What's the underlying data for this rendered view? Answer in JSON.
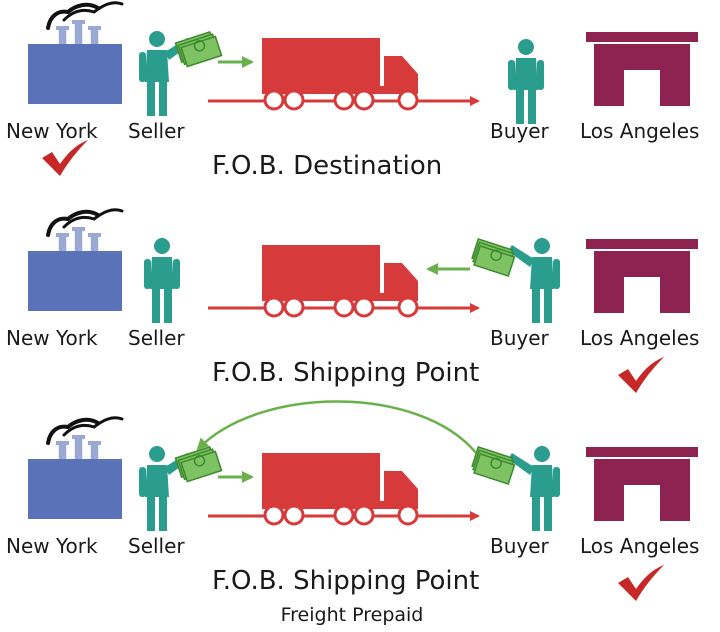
{
  "colors": {
    "factory": "#5a73b8",
    "chimney": "#9aa8d4",
    "person": "#2a9d8f",
    "truck": "#d63a3a",
    "building": "#8e2352",
    "money": "#7fc263",
    "money_dark": "#3c8a2c",
    "arrow_green": "#6ab04c",
    "check": "#c62828",
    "smoke": "#111111"
  },
  "panels": [
    {
      "origin": "New York",
      "seller": "Seller",
      "buyer": "Buyer",
      "destination": "Los Angeles",
      "title": "F.O.B. Destination",
      "subtitle": "",
      "payer": "seller",
      "checked": "origin"
    },
    {
      "origin": "New York",
      "seller": "Seller",
      "buyer": "Buyer",
      "destination": "Los Angeles",
      "title": "F.O.B. Shipping Point",
      "subtitle": "",
      "payer": "buyer",
      "checked": "destination"
    },
    {
      "origin": "New York",
      "seller": "Seller",
      "buyer": "Buyer",
      "destination": "Los Angeles",
      "title": "F.O.B. Shipping Point",
      "subtitle": "Freight Prepaid",
      "payer": "both",
      "checked": "destination"
    }
  ]
}
